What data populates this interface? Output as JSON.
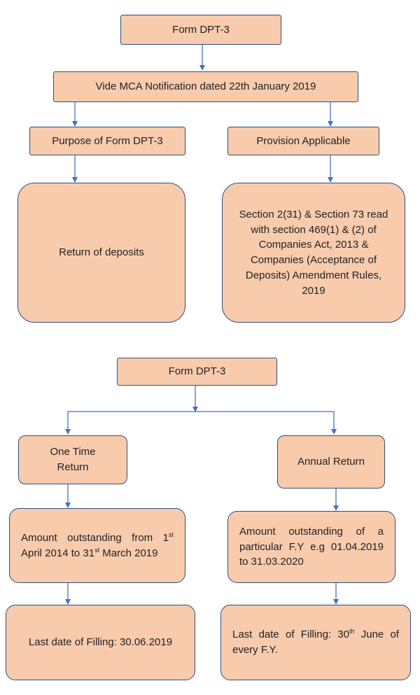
{
  "top": {
    "form": "Form DPT-3",
    "notification": "Vide MCA Notification dated 22th January 2019",
    "purpose_heading": "Purpose of Form DPT-3",
    "provision_heading": "Provision Applicable",
    "purpose_text": "Return of deposits",
    "provision_text": "Section 2(31) & Section 73 read with section 469(1) & (2) of Companies Act, 2013 & Companies (Acceptance of Deposits) Amendment Rules, 2019"
  },
  "bottom": {
    "form": "Form DPT-3",
    "one_time": {
      "title_line1": "One Time",
      "title_line2": "Return",
      "amount_a": "Amount outstanding from 1",
      "amount_sup1": "st",
      "amount_b": " April 2014 to 31",
      "amount_sup2": "st",
      "amount_c": " March 2019",
      "last_date": "Last date of Filling: 30.06.2019"
    },
    "annual": {
      "title": "Annual Return",
      "amount": "Amount outstanding of a particular F.Y e.g 01.04.2019 to 31.03.2020",
      "last_a": "Last date of Filling: 30",
      "last_sup": "th",
      "last_b": " June of every F.Y."
    }
  },
  "colors": {
    "box_fill": "#f8cbad",
    "box_border": "#2f4f7f",
    "connector": "#4472c4"
  }
}
